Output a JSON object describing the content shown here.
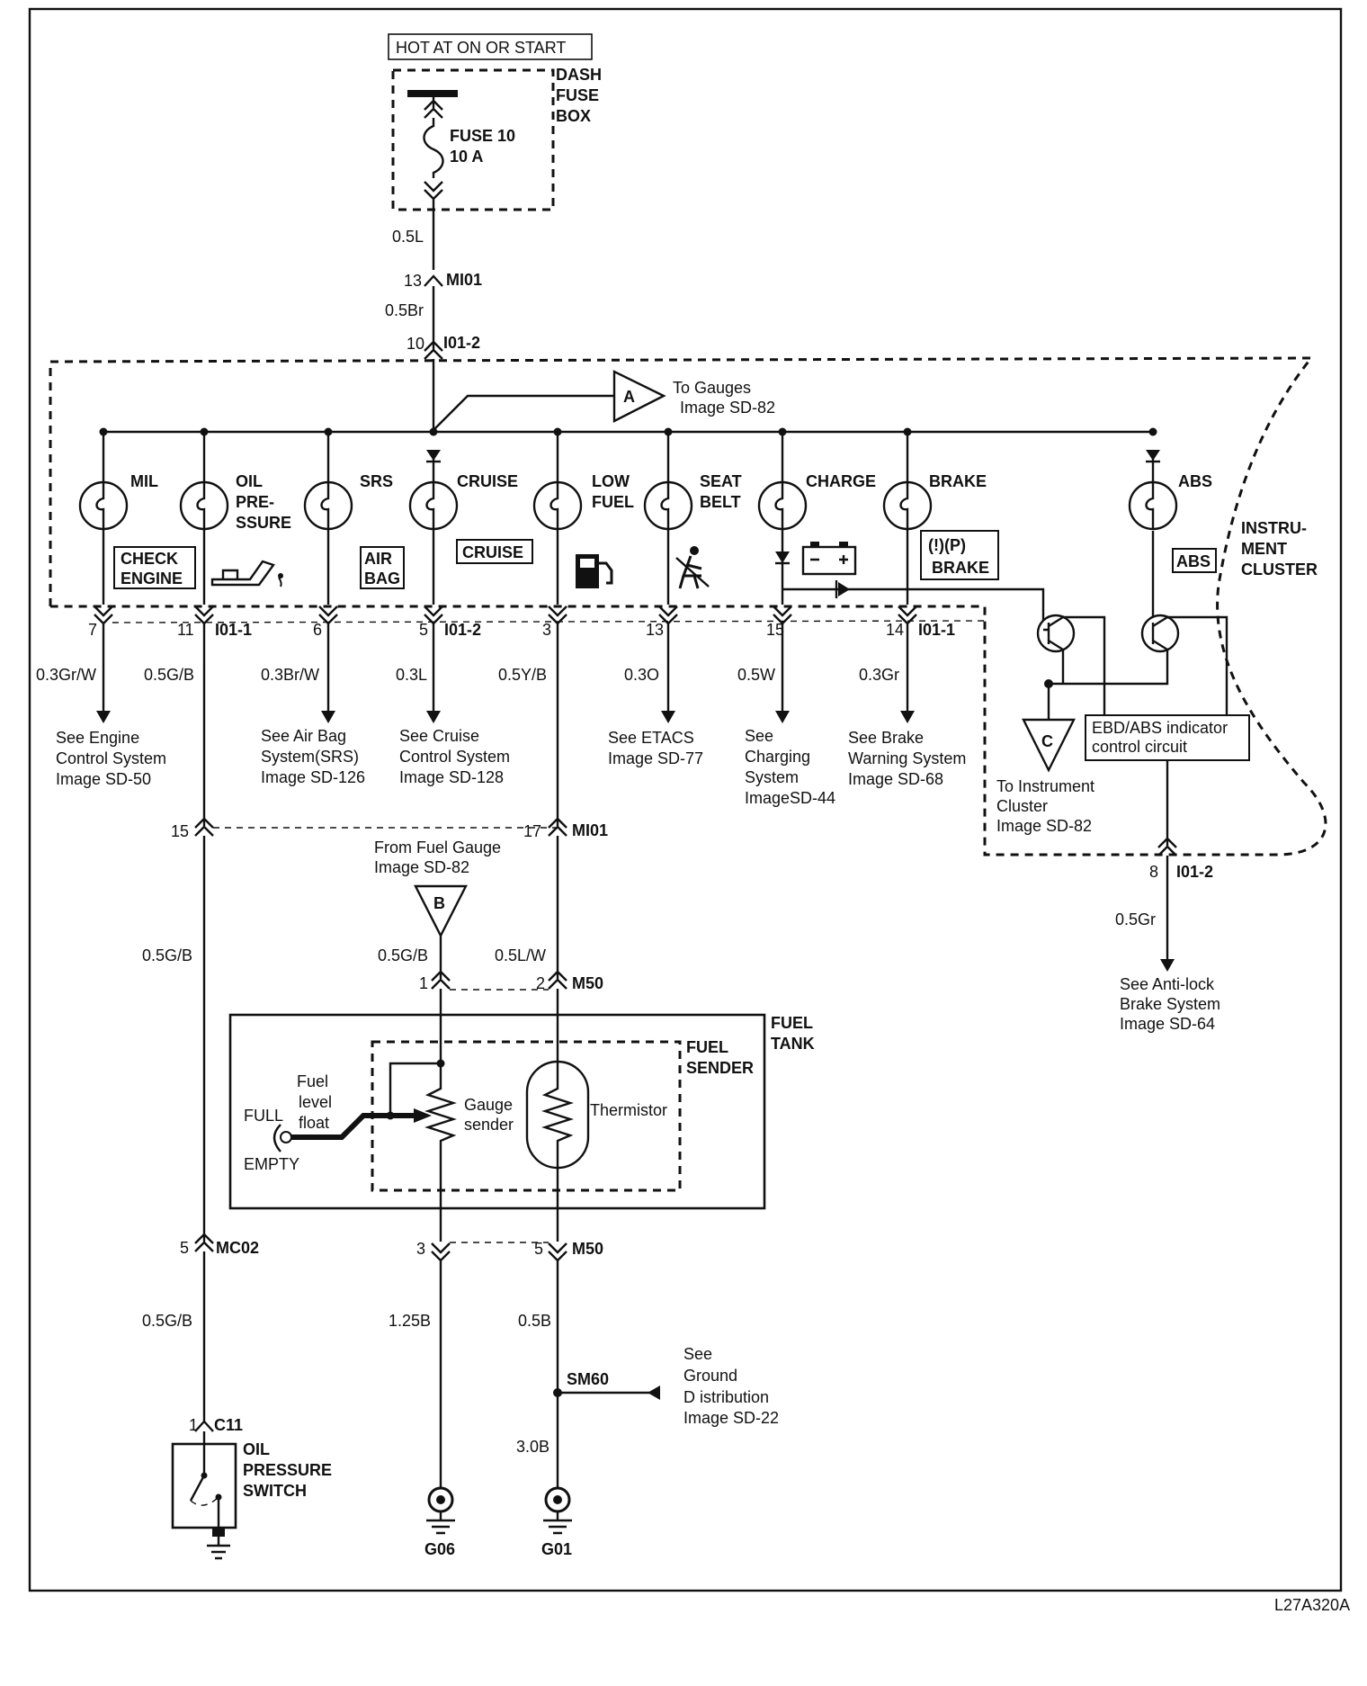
{
  "power": {
    "hot_label": "HOT AT ON OR START"
  },
  "fuse_box": {
    "label_line1": "DASH",
    "label_line2": "FUSE",
    "label_line3": "BOX",
    "fuse_line1": "FUSE 10",
    "fuse_line2": "10 A"
  },
  "main_feed": {
    "wire1": "0.5L",
    "conn1_pin": "13",
    "conn1_id": "MI01",
    "wire2": "0.5Br",
    "conn2_pin": "10",
    "conn2_id": "I01-2"
  },
  "gauges_ref": {
    "letter": "A",
    "line1": "To Gauges",
    "line2": "Image SD-82"
  },
  "cluster_label": {
    "line1": "INSTRU-",
    "line2": "MENT",
    "line3": "CLUSTER"
  },
  "lamps": [
    {
      "name_line1": "MIL",
      "name_line2": "",
      "name_line3": "",
      "badge_line1": "CHECK",
      "badge_line2": "ENGINE",
      "pin": "7",
      "conn": "",
      "wire": "0.3Gr/W",
      "ref_line1": "See Engine",
      "ref_line2": "Control System",
      "ref_line3": "Image  SD-50",
      "ref_line4": ""
    },
    {
      "name_line1": "OIL",
      "name_line2": "PRE-",
      "name_line3": "SSURE",
      "badge_line1": "",
      "badge_line2": "",
      "pin": "11",
      "conn": "I01-1",
      "wire": "0.5G/B",
      "ref_line1": "",
      "ref_line2": "",
      "ref_line3": "",
      "ref_line4": ""
    },
    {
      "name_line1": "SRS",
      "name_line2": "",
      "name_line3": "",
      "badge_line1": "AIR",
      "badge_line2": "BAG",
      "pin": "6",
      "conn": "",
      "wire": "0.3Br/W",
      "ref_line1": "See Air Bag",
      "ref_line2": "System(SRS)",
      "ref_line3": "Image  SD-126",
      "ref_line4": ""
    },
    {
      "name_line1": "CRUISE",
      "name_line2": "",
      "name_line3": "",
      "badge_line1": "CRUISE",
      "badge_line2": "",
      "pin": "5",
      "conn": "I01-2",
      "wire": "0.3L",
      "ref_line1": "See Cruise",
      "ref_line2": "Control System",
      "ref_line3": "Image  SD-128",
      "ref_line4": ""
    },
    {
      "name_line1": "LOW",
      "name_line2": "FUEL",
      "name_line3": "",
      "badge_line1": "",
      "badge_line2": "",
      "pin": "3",
      "conn": "",
      "wire": "0.5Y/B",
      "ref_line1": "",
      "ref_line2": "",
      "ref_line3": "",
      "ref_line4": ""
    },
    {
      "name_line1": "SEAT",
      "name_line2": "BELT",
      "name_line3": "",
      "badge_line1": "",
      "badge_line2": "",
      "pin": "13",
      "conn": "",
      "wire": "0.3O",
      "ref_line1": "See ETACS",
      "ref_line2": "Image  SD-77",
      "ref_line3": "",
      "ref_line4": ""
    },
    {
      "name_line1": "CHARGE",
      "name_line2": "",
      "name_line3": "",
      "badge_line1": "",
      "badge_line2": "",
      "pin": "15",
      "conn": "",
      "wire": "0.5W",
      "ref_line1": "See",
      "ref_line2": "Charging",
      "ref_line3": "System",
      "ref_line4": "ImageSD-44"
    },
    {
      "name_line1": "BRAKE",
      "name_line2": "",
      "name_line3": "",
      "badge_line1": "(!)(P)",
      "badge_line2": "BRAKE",
      "pin": "14",
      "conn": "I01-1",
      "wire": "0.3Gr",
      "ref_line1": "See Brake",
      "ref_line2": "Warning System",
      "ref_line3": "Image  SD-68",
      "ref_line4": ""
    },
    {
      "name_line1": "ABS",
      "name_line2": "",
      "name_line3": "",
      "badge_line1": "ABS",
      "badge_line2": "",
      "pin": "8",
      "conn": "I01-2",
      "wire": "0.5Gr",
      "ref_line1": "See Anti-lock",
      "ref_line2": "Brake System",
      "ref_line3": "Image  SD-64",
      "ref_line4": ""
    }
  ],
  "ebd": {
    "line1": "EBD/ABS indicator",
    "line2": "control circuit"
  },
  "cluster_ref": {
    "letter": "C",
    "line1": "To Instrument",
    "line2": "Cluster",
    "line3": "Image  SD-82"
  },
  "oil_run": {
    "pin_a": "15",
    "wire_a": "0.5G/B",
    "pin_b": "5",
    "conn_b": "MC02",
    "wire_b": "0.5G/B",
    "pin_c": "1",
    "conn_c": "C11",
    "switch_line1": "OIL",
    "switch_line2": "PRESSURE",
    "switch_line3": "SWITCH"
  },
  "fuel_run": {
    "pin_a": "17",
    "conn_a": "MI01",
    "wire_a": "0.5L/W",
    "gauge_ref_letter": "B",
    "gauge_ref_line1": "From Fuel Gauge",
    "gauge_ref_line2": "Image  SD-82",
    "wire_b": "0.5G/B",
    "m50_pin1": "1",
    "m50_pin2": "2",
    "m50_conn": "M50",
    "tank_line1": "FUEL",
    "tank_line2": "TANK",
    "sender_line1": "FUEL",
    "sender_line2": "SENDER",
    "float_line1": "Fuel",
    "float_line2": "level",
    "float_line3": "float",
    "full": "FULL",
    "empty": "EMPTY",
    "gauge_line1": "Gauge",
    "gauge_line2": "sender",
    "thermistor": "Thermistor",
    "bot_pin1": "3",
    "bot_pin2": "5",
    "bot_conn": "M50",
    "wire_g06": "1.25B",
    "wire_m50": "0.5B",
    "splice": "SM60",
    "gnd_ref_line1": "See",
    "gnd_ref_line2": "Ground",
    "gnd_ref_line3": "D istribution",
    "gnd_ref_line4": "Image  SD-22",
    "wire_g01": "3.0B",
    "ground1": "G06",
    "ground2": "G01"
  },
  "footer": {
    "code": "L27A320A"
  }
}
